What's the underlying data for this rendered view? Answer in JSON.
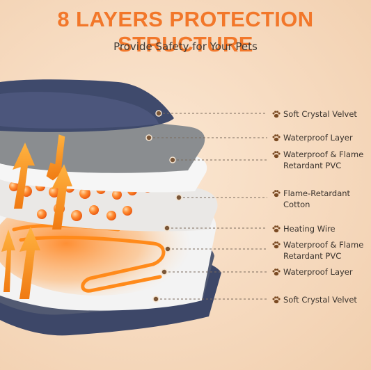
{
  "header": {
    "title": "8 LAYERS PROTECTION STRUCTURE",
    "subtitle": "Provide Safety for Your Pets"
  },
  "colors": {
    "title": "#f2772a",
    "velvet": "#3f4b6e",
    "waterproof": "#8e9194",
    "pvc": "#f4f4f4",
    "heat_glow": "#ff7a1a",
    "dot_line": "#7a6a5c"
  },
  "icons": [
    "paw-icon",
    "heat-arrow-icon"
  ],
  "layers": [
    {
      "label": "Soft Crystal Velvet"
    },
    {
      "label": "Waterproof Layer"
    },
    {
      "label": "Waterproof & Flame\nRetardant PVC"
    },
    {
      "label": "Flame-Retardant\nCotton"
    },
    {
      "label": "Heating Wire"
    },
    {
      "label": "Waterproof & Flame\nRetardant PVC"
    },
    {
      "label": "Waterproof Layer"
    },
    {
      "label": "Soft Crystal Velvet"
    }
  ]
}
